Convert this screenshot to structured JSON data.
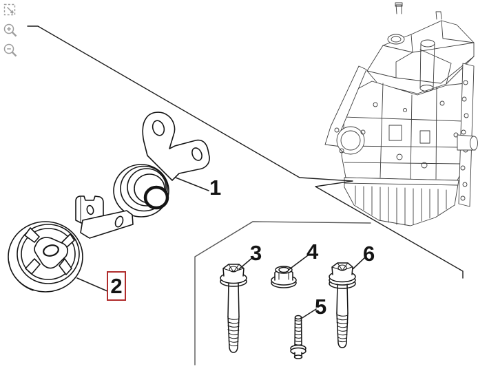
{
  "toolbar": {
    "buttons": [
      {
        "icon": "fit-to-view-icon"
      },
      {
        "icon": "zoom-in-icon"
      },
      {
        "icon": "zoom-out-icon"
      }
    ]
  },
  "diagram": {
    "type": "exploded-parts-diagram",
    "callouts": [
      {
        "label": "1",
        "highlighted": false
      },
      {
        "label": "2",
        "highlighted": true
      },
      {
        "label": "3",
        "highlighted": false
      },
      {
        "label": "4",
        "highlighted": false
      },
      {
        "label": "5",
        "highlighted": false
      },
      {
        "label": "6",
        "highlighted": false
      }
    ]
  },
  "colors": {
    "highlight": "#b02c2c",
    "part_line": "#141414",
    "leader_line": "#1f1f1f",
    "engine_line": "#3d3d3d",
    "box_line": "#555555",
    "icon": "#9c9c9c",
    "callout_text": "#141414",
    "background": "#ffffff"
  }
}
